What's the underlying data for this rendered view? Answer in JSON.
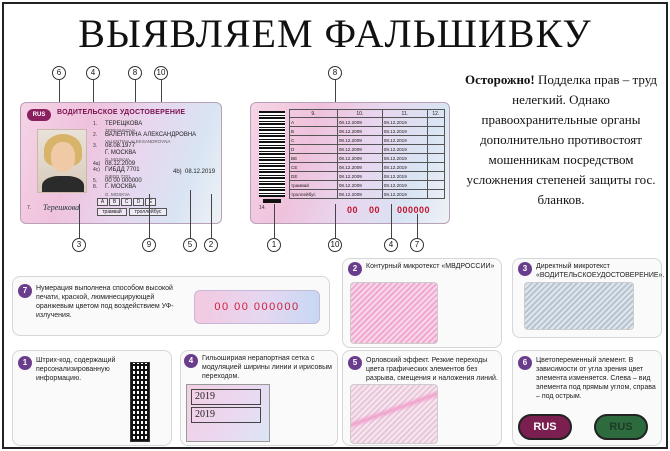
{
  "title": "ВЫЯВЛЯЕМ ФАЛЬШИВКУ",
  "intro": {
    "bold": "Осторожно!",
    "text": " Подделка прав – труд нелегкий. Однако правоохранительные органы дополнительно противостоят мошенникам посредством усложнения степеней защиты гос. бланков."
  },
  "callouts_top": [
    "6",
    "4",
    "8",
    "10",
    "8"
  ],
  "callouts_bottom": [
    "3",
    "9",
    "5",
    "2",
    "1",
    "10",
    "4",
    "7"
  ],
  "front_card": {
    "badge": "RUS",
    "header": "ВОДИТЕЛЬСКОЕ УДОСТОВЕРЕНИЕ",
    "lines": [
      {
        "num": "1.",
        "text": "ТЕРЕЩКОВА"
      },
      {
        "num": "",
        "text": "TERESHKOVA",
        "small": true
      },
      {
        "num": "2.",
        "text": "ВАЛЕНТИНА АЛЕКСАНДРОВНА"
      },
      {
        "num": "",
        "text": "VALENTINA ALEKSANDROVNA",
        "small": true
      },
      {
        "num": "3.",
        "text": "08.08.1977"
      },
      {
        "num": "",
        "text": "Г. МОСКВА"
      },
      {
        "num": "",
        "text": "G. MOSKVA",
        "small": true
      },
      {
        "num": "4a)",
        "text": "08.12.2009"
      },
      {
        "num": "4c)",
        "text": "ГИБДД 7701"
      },
      {
        "num": "",
        "text": "GIBDD 7701",
        "small": true
      },
      {
        "num": "5.",
        "text": "00 00 000000"
      },
      {
        "num": "8.",
        "text": "Г. МОСКВА"
      },
      {
        "num": "",
        "text": "G. MOSKVA",
        "small": true
      }
    ],
    "date_b": "08.12.2019",
    "date_b_label": "4b)",
    "signature": "Терешкова",
    "sig_num": "7.",
    "categories": [
      "A",
      "B",
      "C",
      "D",
      "E"
    ],
    "cat_extra": [
      "трамвай",
      "троллейбус"
    ]
  },
  "back_card": {
    "headers": [
      "9.",
      "10.",
      "11.",
      "12."
    ],
    "rows": [
      {
        "cat": "A",
        "d1": "08.12.2009",
        "d2": "08.12.2019"
      },
      {
        "cat": "B",
        "d1": "08.12.2009",
        "d2": "08.12.2019"
      },
      {
        "cat": "C",
        "d1": "08.12.2009",
        "d2": "08.12.2019"
      },
      {
        "cat": "D",
        "d1": "08.12.2009",
        "d2": "08.12.2019"
      },
      {
        "cat": "BE",
        "d1": "08.12.2009",
        "d2": "08.12.2019"
      },
      {
        "cat": "CE",
        "d1": "08.12.2009",
        "d2": "08.12.2019"
      },
      {
        "cat": "DE",
        "d1": "08.12.2009",
        "d2": "08.12.2019"
      },
      {
        "cat": "трамвай",
        "d1": "08.12.2009",
        "d2": "08.12.2019"
      },
      {
        "cat": "троллейбус",
        "d1": "08.12.2009",
        "d2": "08.12.2019"
      }
    ],
    "row14": "14.",
    "serial": [
      "00",
      "00",
      "000000"
    ]
  },
  "features": [
    {
      "num": "7",
      "text": "Нумерация выполнена способом высокой печати, краской, люминесцирующей оранжевым цветом под воздействием УФ-излучения.",
      "sample": "00  00  000000"
    },
    {
      "num": "2",
      "text": "Контурный микротекст «МВДРОССИИ»"
    },
    {
      "num": "3",
      "text": "Директный микротекст «ВОДИТЕЛЬСКОЕУДОСТОВЕРЕНИЕ»."
    },
    {
      "num": "1",
      "text": "Штрих-код, содержащий персонализированную информацию."
    },
    {
      "num": "4",
      "text": "Гильошириая нерапортная сетка с модуляцией ширины линии и ирисовым переходом.",
      "sample": [
        "2019",
        "2019"
      ]
    },
    {
      "num": "5",
      "text": "Орловский эффект. Резкие переходы цвета графических элементов без разрыва, смещения и наложения линий."
    },
    {
      "num": "6",
      "text": "Цветопеременный элемент. В зависимости от угла зрения цвет элемента изменяется. Слева – вид элемента под прямым углом, справа – под острым.",
      "badges": [
        "RUS",
        "RUS"
      ]
    }
  ],
  "colors": {
    "accent": "#6a3d8c",
    "serial_red": "#d11c3a"
  }
}
